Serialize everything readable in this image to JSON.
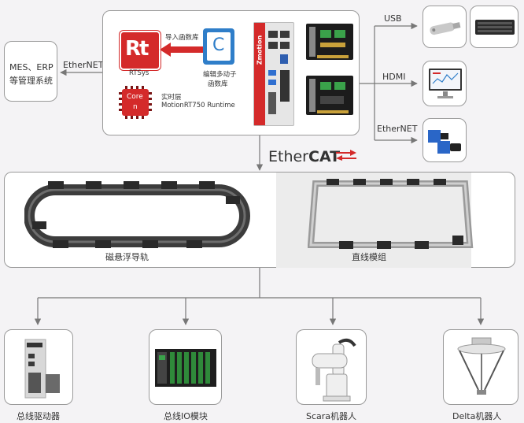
{
  "mes_box": {
    "line1": "MES、ERP",
    "line2": "等管理系统"
  },
  "ethernet_left": "EtherNET",
  "rtsys": {
    "logo": "Rt",
    "label": "RTSys"
  },
  "import_label": "导入函数库",
  "c_icon": {
    "glyph": "C",
    "caption_line1": "编辑多动子",
    "caption_line2": "函数库"
  },
  "core_chip": {
    "line1": "Core",
    "line2": "n"
  },
  "runtime": {
    "line1": "实时层",
    "line2": "MotionRT750 Runtime"
  },
  "controller_brand": "Zmotion",
  "interfaces": {
    "usb": "USB",
    "hdmi": "HDMI",
    "ethernet": "EtherNET"
  },
  "ethercat": {
    "ether": "Ether",
    "cat": "CAT"
  },
  "tracks": {
    "maglev": "磁悬浮导轨",
    "linear": "直线模组"
  },
  "devices": [
    {
      "label": "总线驱动器"
    },
    {
      "label": "总线IO模块"
    },
    {
      "label": "Scara机器人"
    },
    {
      "label": "Delta机器人"
    }
  ],
  "colors": {
    "accent_red": "#d42a2a",
    "line": "#777777",
    "border": "#9a9a9a"
  }
}
